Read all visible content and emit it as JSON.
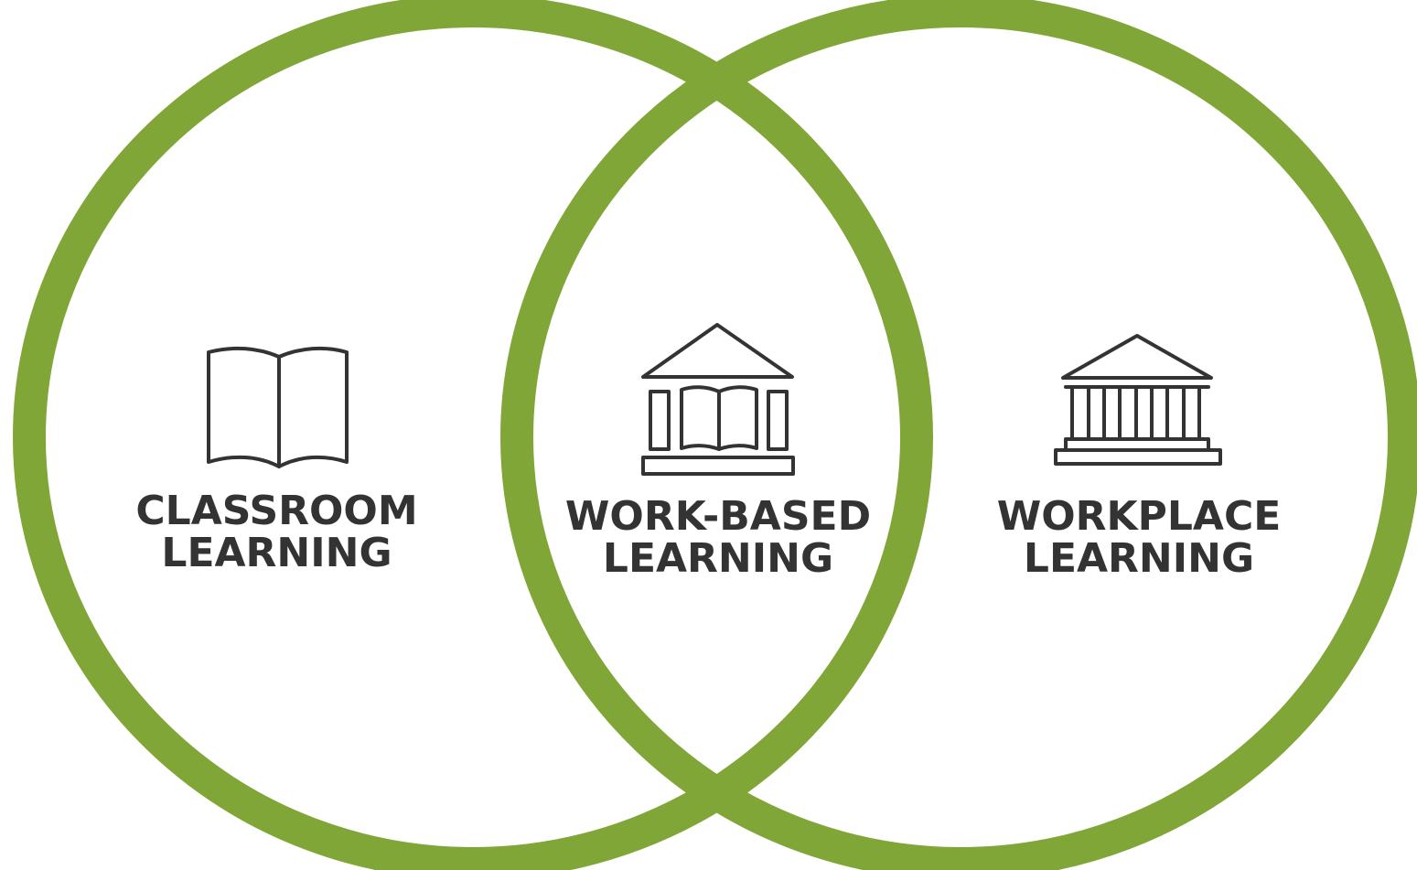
{
  "colors": {
    "ring": "#80a637",
    "icon": "#333333",
    "text": "#333333",
    "background": "#ffffff"
  },
  "diagram": {
    "type": "venn",
    "left_region": {
      "line1": "CLASSROOM",
      "line2": "LEARNING",
      "icon": "open-book-icon"
    },
    "overlap_region": {
      "line1": "WORK-BASED",
      "line2": "LEARNING",
      "icon": "building-with-book-icon"
    },
    "right_region": {
      "line1": "WORKPLACE",
      "line2": "LEARNING",
      "icon": "columned-building-icon"
    }
  }
}
